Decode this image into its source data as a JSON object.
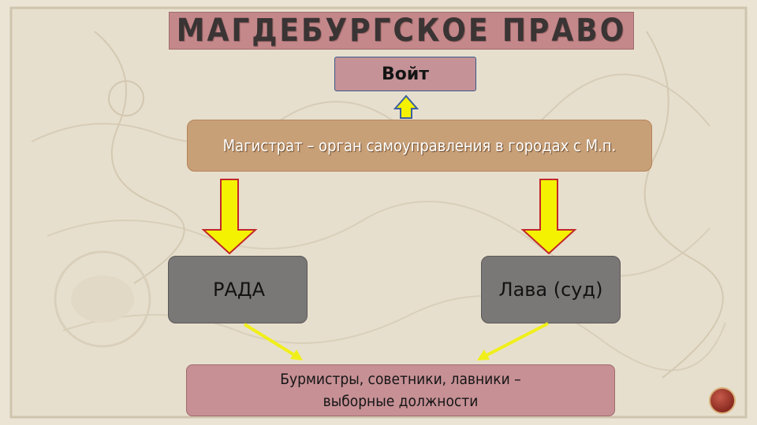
{
  "slide": {
    "title": "МАГДЕБУРГСКОЕ ПРАВО",
    "voit": "Войт",
    "magistrat": "Магистрат – орган самоуправления в городах с М.п.",
    "rada": "РАДА",
    "lava": "Лава (суд)",
    "elected_line1": "Бурмистры, советники, лавники –",
    "elected_line2": "выборные должности"
  },
  "colors": {
    "arrow_fill": "#f4f200",
    "arrow_stroke": "#c2282a",
    "up_arrow_stroke": "#3b5fa0",
    "connector": "#f0ef1a"
  },
  "icons": {
    "nav": "nav-dot-icon"
  }
}
